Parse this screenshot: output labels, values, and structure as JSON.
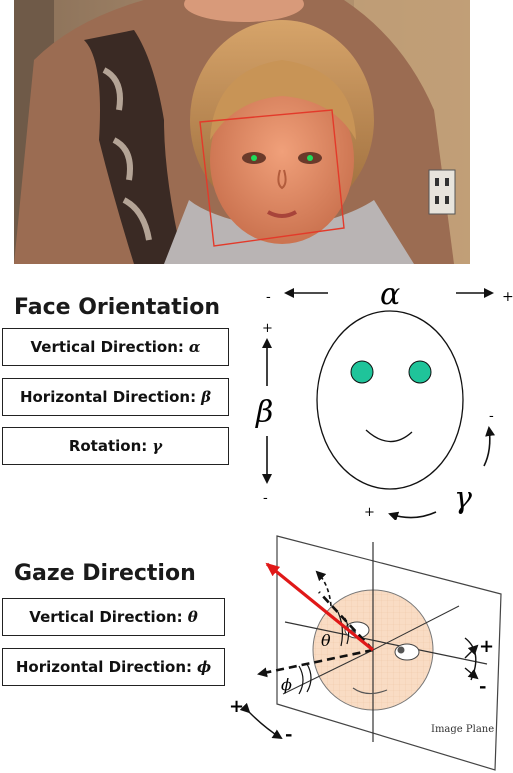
{
  "face_orientation": {
    "title": "Face Orientation",
    "boxes": [
      {
        "label": "Vertical Direction:",
        "symbol": "α"
      },
      {
        "label": "Horizontal Direction:",
        "symbol": "β"
      },
      {
        "label": "Rotation:",
        "symbol": "γ"
      }
    ],
    "diagram": {
      "alpha": "α",
      "beta": "β",
      "gamma": "γ",
      "minus": "-",
      "plus": "+"
    }
  },
  "gaze_direction": {
    "title": "Gaze Direction",
    "boxes": [
      {
        "label": "Vertical Direction:",
        "symbol": "θ"
      },
      {
        "label": "Horizontal Direction:",
        "symbol": "ϕ"
      }
    ],
    "diagram": {
      "theta": "θ",
      "phi": "ϕ",
      "plane_label": "Image Plane",
      "plus": "+",
      "minus": "-"
    }
  },
  "colors": {
    "eye_fill": "#1fc49a",
    "face_box": "#e33a2a",
    "gaze_arrow": "#e01818",
    "face_fill": "#f9dcc4"
  }
}
